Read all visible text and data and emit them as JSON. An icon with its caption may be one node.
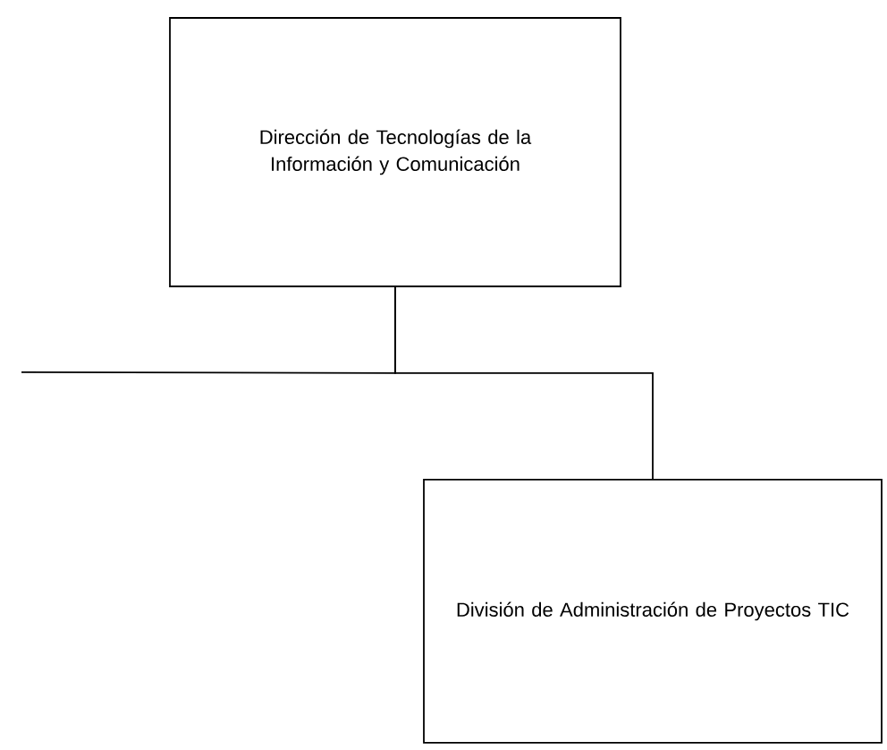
{
  "diagram": {
    "nodes": [
      {
        "text": [
          "Dirección de Tecnologías de la Información y Comunicación"
        ]
      },
      {
        "text": [
          "División de Administración de Proyectos TIC"
        ]
      }
    ],
    "edges": [
      {
        "from": 0,
        "to": 1,
        "arrow": "none"
      },
      {
        "from": 0,
        "to": null,
        "arrow": "none"
      }
    ]
  }
}
